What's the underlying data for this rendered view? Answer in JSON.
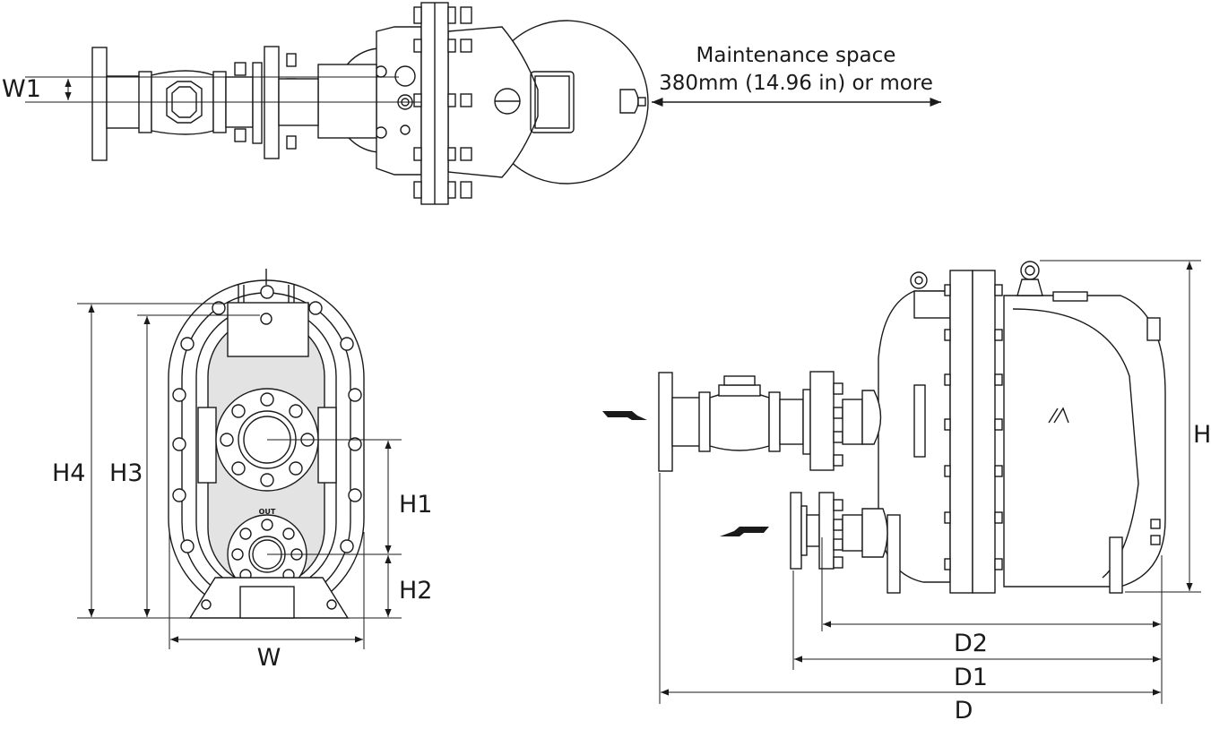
{
  "top_view": {
    "label_w1": "W1",
    "maintenance_line1": "Maintenance space",
    "maintenance_line2": "380mm (14.96 in) or more"
  },
  "front_view": {
    "label_h4": "H4",
    "label_h3": "H3",
    "label_h1": "H1",
    "label_h2": "H2",
    "label_w": "W",
    "outlet_mark": "OUT"
  },
  "side_view": {
    "label_h": "H",
    "label_d2": "D2",
    "label_d1": "D1",
    "label_d": "D"
  }
}
